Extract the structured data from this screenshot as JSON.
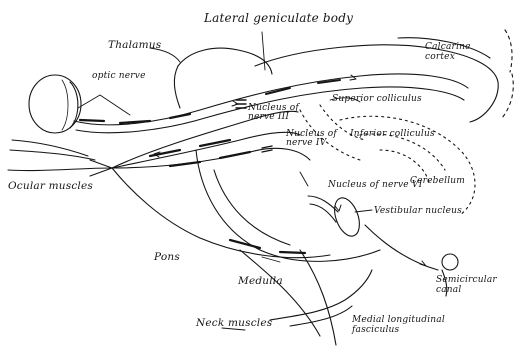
{
  "colors": {
    "ink": "#151515",
    "paper": "#ffffff"
  },
  "labels": {
    "lateral_geniculate_body": "Lateral geniculate body",
    "thalamus": "Thalamus",
    "calcarine_cortex": "Calcarine\ncortex",
    "optic_nerve": "optic nerve",
    "superior_colliculus": "Superior colliculus",
    "nucleus_nerve_iii": "Nucleus of\nnerve III",
    "inferior_colliculus": "Inferior colliculus",
    "nucleus_nerve_iv": "Nucleus of\nnerve IV",
    "ocular_muscles": "Ocular muscles",
    "cerebellum": "Cerebellum",
    "nucleus_nerve_vi": "Nucleus of nerve VI",
    "vestibular_nucleus": "Vestibular nucleus",
    "pons": "Pons",
    "medulla": "Medulla",
    "semicircular_canal": "Semicircular\ncanal",
    "neck_muscles": "Neck muscles",
    "medial_longitudinal_fasciculus": "Medial longitudinal\nfasciculus"
  }
}
